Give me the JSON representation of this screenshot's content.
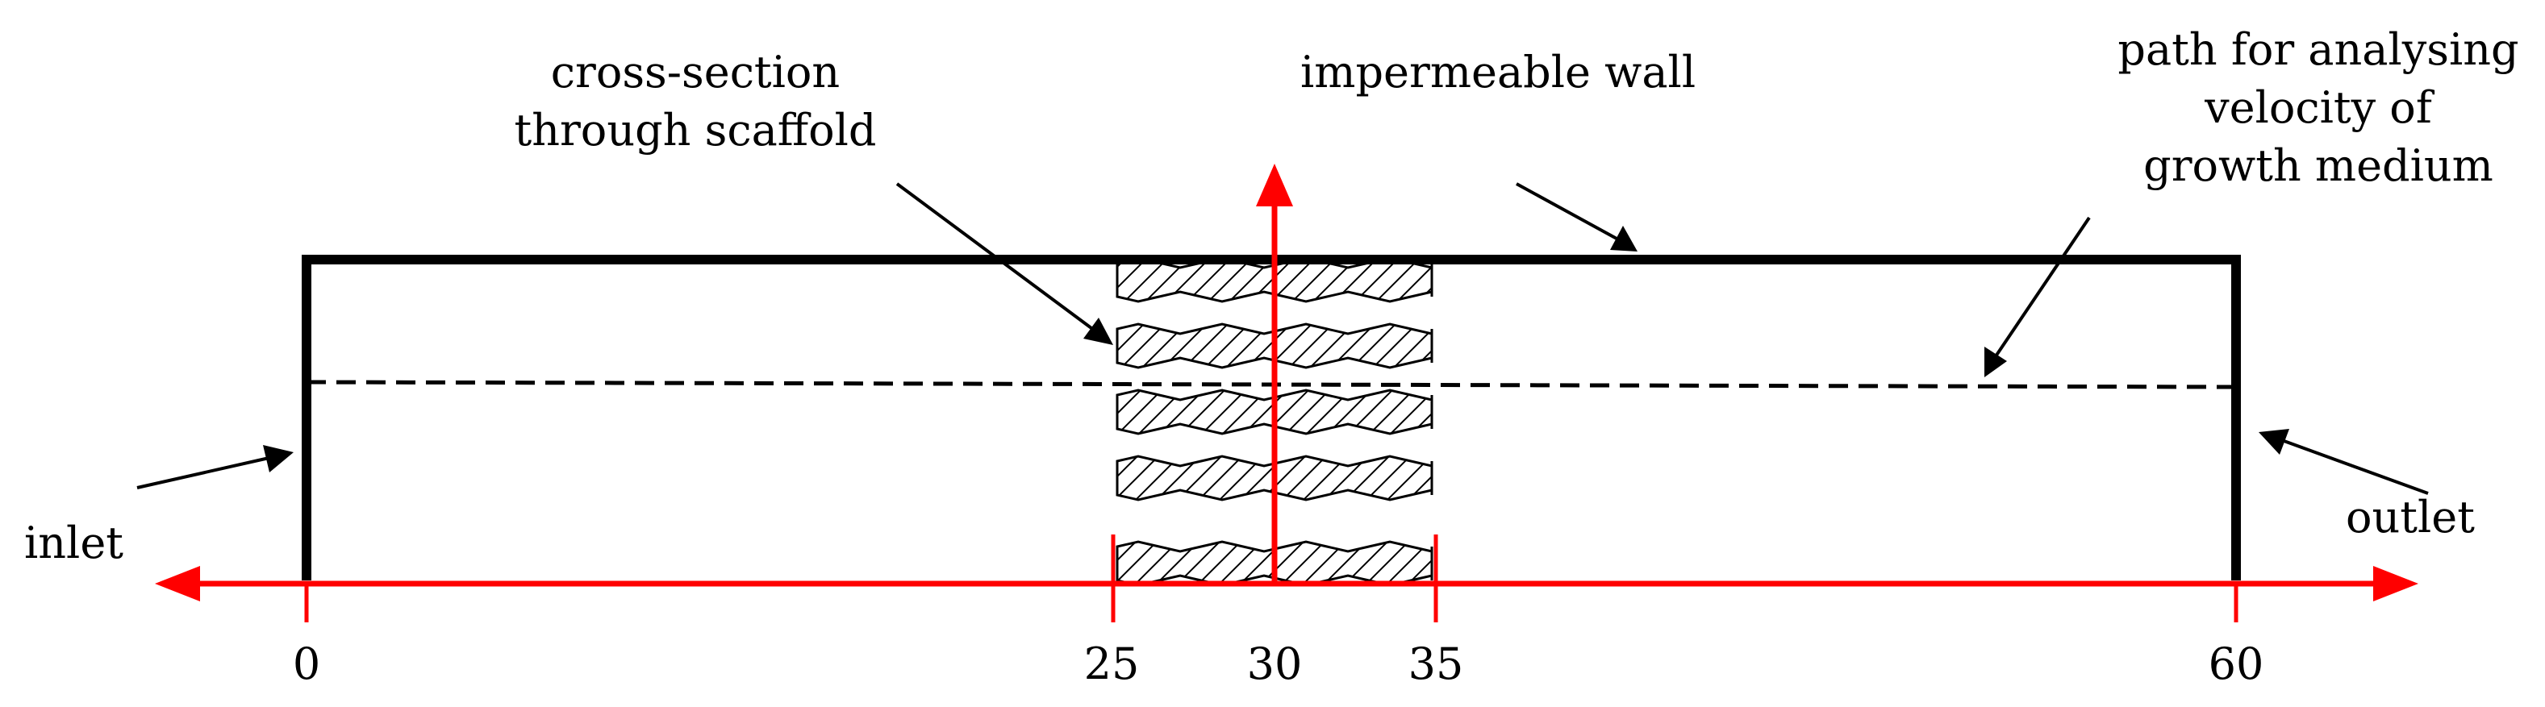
{
  "labels": {
    "inlet": "inlet",
    "outlet": "outlet",
    "impermeable_wall": "impermeable wall",
    "cross_section_line1": "cross-section",
    "cross_section_line2": "through scaffold",
    "path_line1": "path for analysing",
    "path_line2": "velocity of",
    "path_line3": "growth medium"
  },
  "axis": {
    "ticks": [
      "0",
      "25",
      "30",
      "35",
      "60"
    ]
  },
  "colors": {
    "axis": "#ff0000",
    "line": "#000000"
  }
}
